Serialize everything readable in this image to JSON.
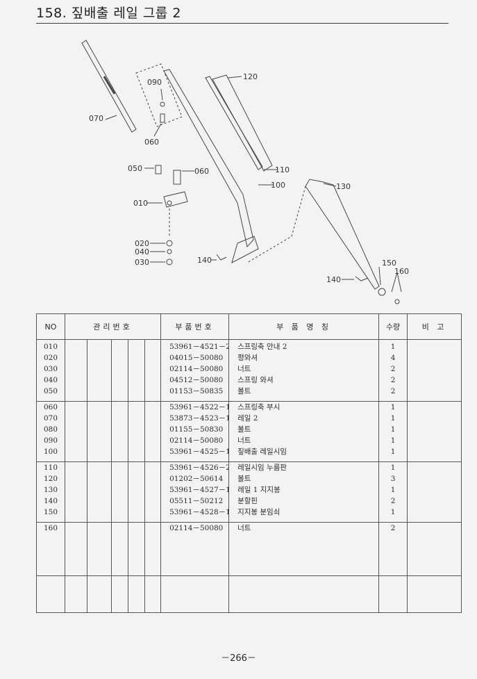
{
  "page_title": "158. 짚배출 레일 그룹 2",
  "diagram_callouts": [
    "120",
    "090",
    "070",
    "060",
    "110",
    "100",
    "050",
    "060",
    "130",
    "010",
    "020",
    "040",
    "030",
    "140",
    "150",
    "160",
    "140"
  ],
  "table": {
    "headers": {
      "no": "NO",
      "mgmt": "관리번호",
      "part_no": "부품번호",
      "part_name": "부 품 명 칭",
      "qty": "수량",
      "remarks": "비 고"
    },
    "groups": [
      {
        "no": [
          "010",
          "020",
          "030",
          "040",
          "050"
        ],
        "part_no": [
          "53961－4521－2",
          "04015－50080",
          "02114－50080",
          "04512－50080",
          "01153－50835"
        ],
        "part_name": [
          "스프링축 안내 2",
          "평와셔",
          "너트",
          "스프링 와셔",
          "볼트"
        ],
        "qty": [
          "1",
          "4",
          "2",
          "2",
          "2"
        ]
      },
      {
        "no": [
          "060",
          "070",
          "080",
          "090",
          "100"
        ],
        "part_no": [
          "53961－4522－1",
          "53873－4523－1",
          "01155－50830",
          "02114－50080",
          "53961－4525－1"
        ],
        "part_name": [
          "스프링축 부시",
          "레일 2",
          "볼트",
          "너트",
          "짚배출 레일시임"
        ],
        "qty": [
          "1",
          "1",
          "1",
          "1",
          "1"
        ]
      },
      {
        "no": [
          "110",
          "120",
          "130",
          "140",
          "150"
        ],
        "part_no": [
          "53961－4526－2",
          "01202－50614",
          "53961－4527－1",
          "05511－50212",
          "53961－4528－1"
        ],
        "part_name": [
          "레일시임 누름판",
          "볼트",
          "레일 1 지지봉",
          "분할핀",
          "지지봉 분임쇠"
        ],
        "qty": [
          "1",
          "3",
          "1",
          "2",
          "1"
        ]
      },
      {
        "no": [
          "160"
        ],
        "part_no": [
          "02114－50080"
        ],
        "part_name": [
          "너트"
        ],
        "qty": [
          "2"
        ]
      }
    ]
  },
  "page_number": "－266－"
}
